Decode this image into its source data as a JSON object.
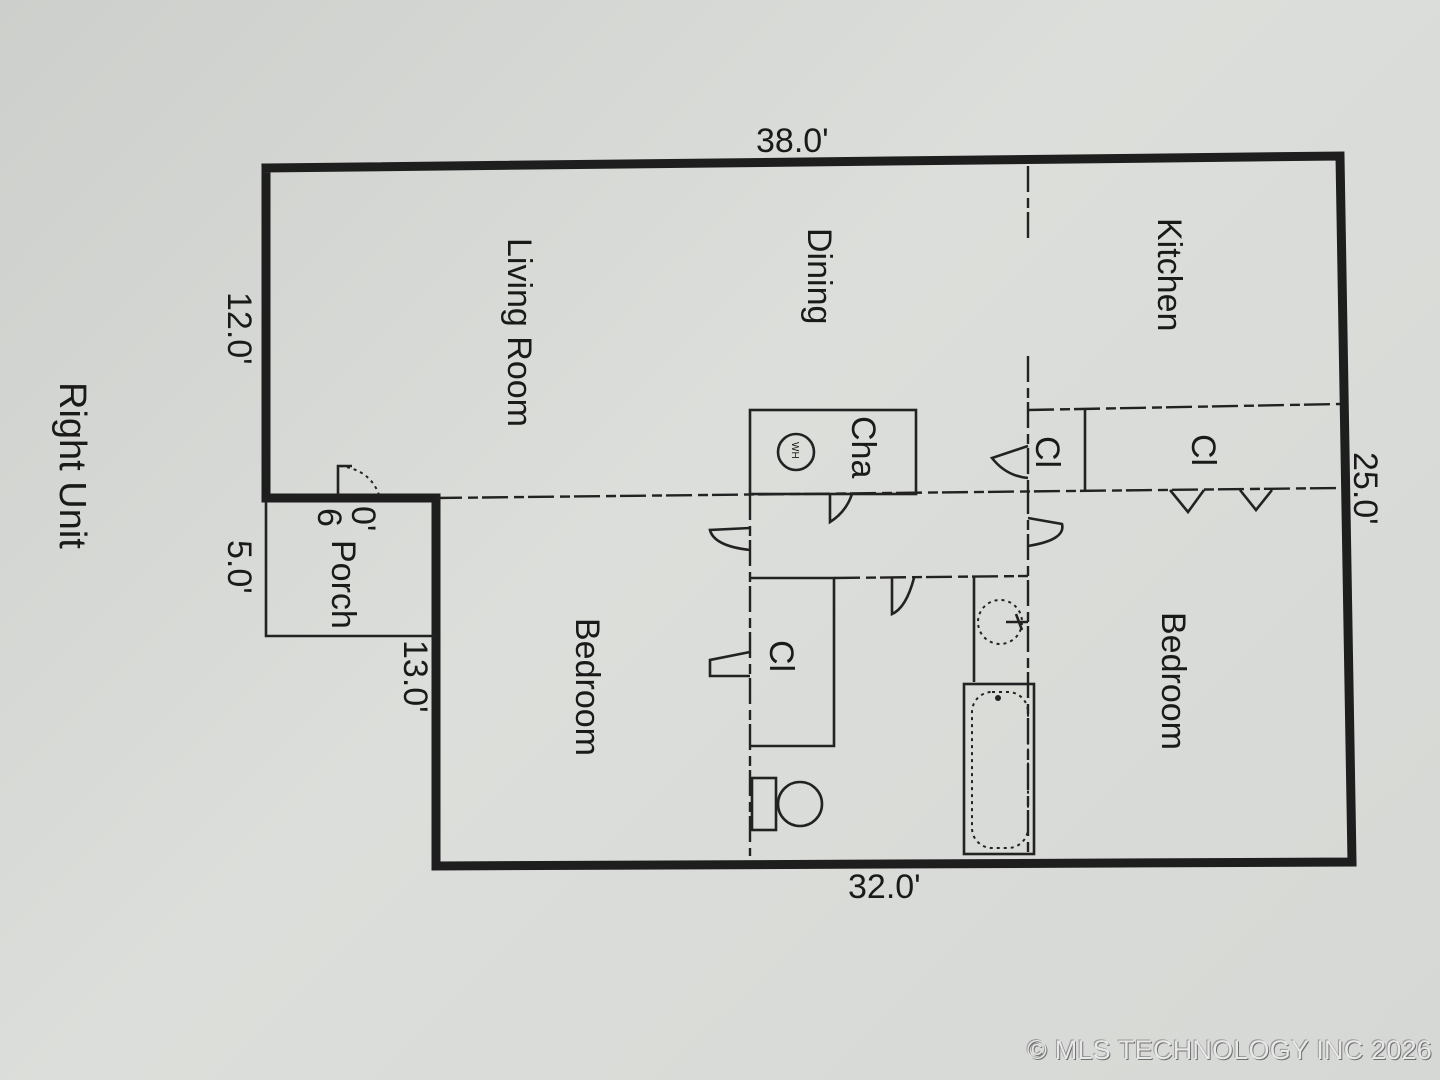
{
  "title": "Right Unit",
  "rooms": {
    "living_room": "Living Room",
    "dining": "Dining",
    "kitchen": "Kitchen",
    "closet_small": "Cl",
    "closet_large": "Cl",
    "chase": "Cha",
    "wh_symbol": "WH",
    "porch": "Porch",
    "bedroom_left": "Bedroom",
    "closet_bedroom": "Cl",
    "bedroom_right": "Bedroom"
  },
  "dimensions": {
    "top": "38.0'",
    "bottom": "32.0'",
    "left_upper": "12.0'",
    "right": "25.0'",
    "porch_width": "5.0'",
    "porch_depth_a": "0'",
    "porch_depth_b": "6",
    "lower_left": "13.0'"
  },
  "watermark": "© MLS TECHNOLOGY INC 2026",
  "colors": {
    "background": "#d6d8d5",
    "ink": "#1e1e1e"
  }
}
